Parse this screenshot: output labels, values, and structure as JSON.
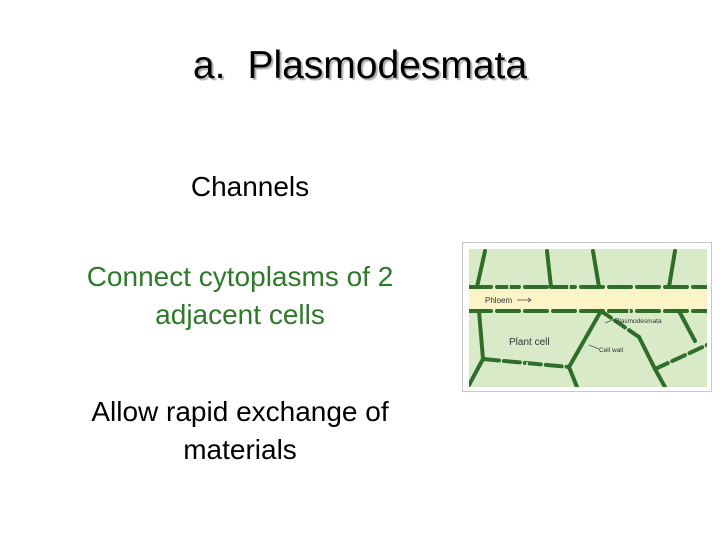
{
  "slide": {
    "title_number": "a.",
    "title_text": "Plasmodesmata",
    "bullets": [
      "Channels",
      "Connect cytoplasms of 2 adjacent cells",
      "Allow rapid exchange of materials"
    ]
  },
  "figure": {
    "labels": {
      "phloem": "Phloem",
      "plant_cell": "Plant cell",
      "plasmodesmata": "Plasmodesmata",
      "cell_wall": "Cell wall"
    },
    "colors": {
      "cell_fill": "#d8eac8",
      "wall": "#2e6e2a",
      "phloem_fill": "#fbf4c6",
      "bullet_green": "#2f7a2a"
    }
  }
}
